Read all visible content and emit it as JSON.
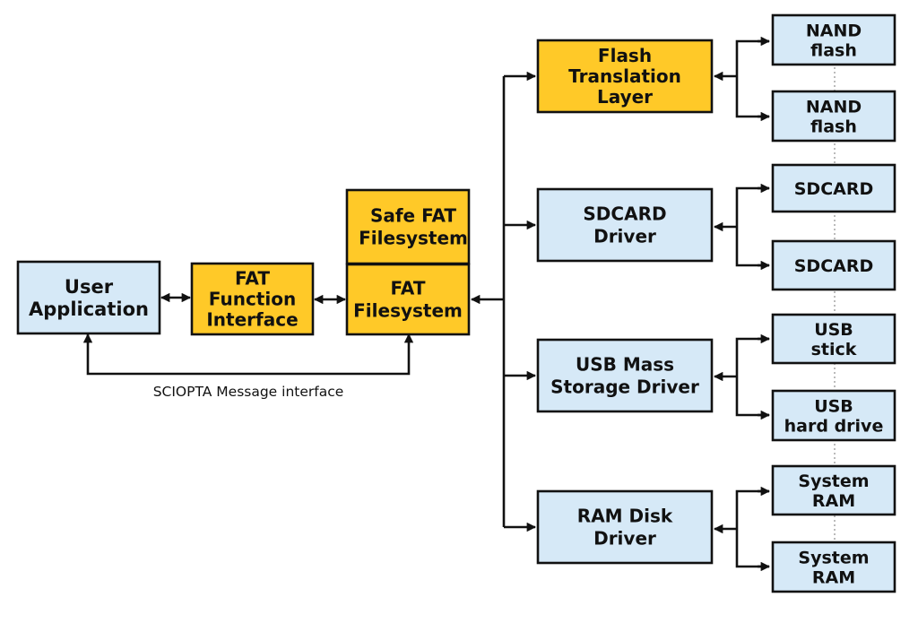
{
  "colors": {
    "blue_fill": "#d6e9f7",
    "yellow_fill": "#ffc928",
    "border": "#111111"
  },
  "boxes": {
    "user_app": [
      "User",
      "Application"
    ],
    "fat_function_interface": [
      "FAT",
      "Function",
      "Interface"
    ],
    "safe_fat": [
      "Safe FAT",
      "Filesystem"
    ],
    "fat_fs": [
      "FAT",
      "Filesystem"
    ],
    "flash_translation_layer": [
      "Flash",
      "Translation",
      "Layer"
    ],
    "sdcard_driver": [
      "SDCARD",
      "Driver"
    ],
    "usb_mass_storage_driver": [
      "USB Mass",
      "Storage Driver"
    ],
    "ram_disk_driver": [
      "RAM Disk",
      "Driver"
    ],
    "nand_flash_1": [
      "NAND",
      "flash"
    ],
    "nand_flash_2": [
      "NAND",
      "flash"
    ],
    "sdcard_1": [
      "SDCARD"
    ],
    "sdcard_2": [
      "SDCARD"
    ],
    "usb_stick": [
      "USB",
      "stick"
    ],
    "usb_hard_drive": [
      "USB",
      "hard drive"
    ],
    "system_ram_1": [
      "System",
      "RAM"
    ],
    "system_ram_2": [
      "System",
      "RAM"
    ]
  },
  "caption": "SCIOPTA Message interface"
}
